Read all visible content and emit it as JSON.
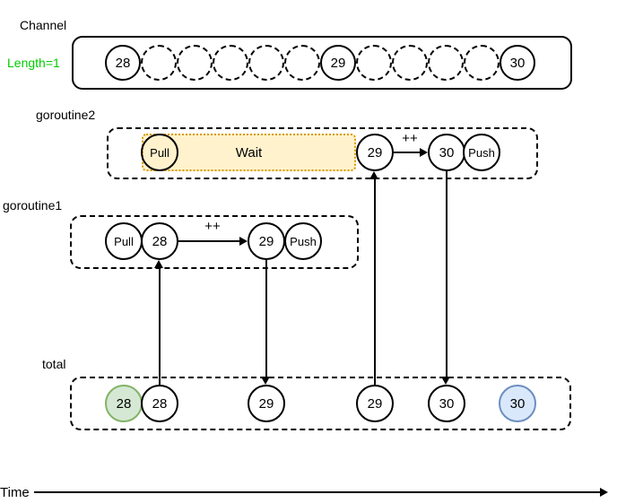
{
  "colors": {
    "length_label_green": "#00CC00",
    "wait_fill": "#FFF2CC",
    "wait_border": "#D79B00",
    "consumed_fill": "#D5E8D4",
    "consumed_border": "#82B366",
    "pending_fill": "#DAE8FC",
    "pending_border": "#6C8EBF",
    "stroke": "#000000"
  },
  "channel": {
    "title": "Channel",
    "length_label": "Length=1",
    "slots": [
      {
        "label": "28",
        "state": "filled"
      },
      {
        "label": "",
        "state": "empty"
      },
      {
        "label": "",
        "state": "empty"
      },
      {
        "label": "",
        "state": "empty"
      },
      {
        "label": "",
        "state": "empty"
      },
      {
        "label": "",
        "state": "empty"
      },
      {
        "label": "29",
        "state": "filled"
      },
      {
        "label": "",
        "state": "empty"
      },
      {
        "label": "",
        "state": "empty"
      },
      {
        "label": "",
        "state": "empty"
      },
      {
        "label": "",
        "state": "empty"
      },
      {
        "label": "30",
        "state": "filled"
      }
    ]
  },
  "goroutine2": {
    "title": "goroutine2",
    "pull_label": "Pull",
    "wait_label": "Wait",
    "value_before": "29",
    "increment_label": "++",
    "value_after": "30",
    "push_label": "Push"
  },
  "goroutine1": {
    "title": "goroutine1",
    "pull_label": "Pull",
    "value_before": "28",
    "increment_label": "++",
    "value_after": "29",
    "push_label": "Push"
  },
  "total": {
    "title": "total",
    "items": [
      {
        "label": "28",
        "variant": "green"
      },
      {
        "label": "28",
        "variant": "plain"
      },
      {
        "label": "29",
        "variant": "plain"
      },
      {
        "label": "29",
        "variant": "plain"
      },
      {
        "label": "30",
        "variant": "plain"
      },
      {
        "label": "30",
        "variant": "blue"
      }
    ]
  },
  "time_axis": {
    "label": "Time"
  }
}
